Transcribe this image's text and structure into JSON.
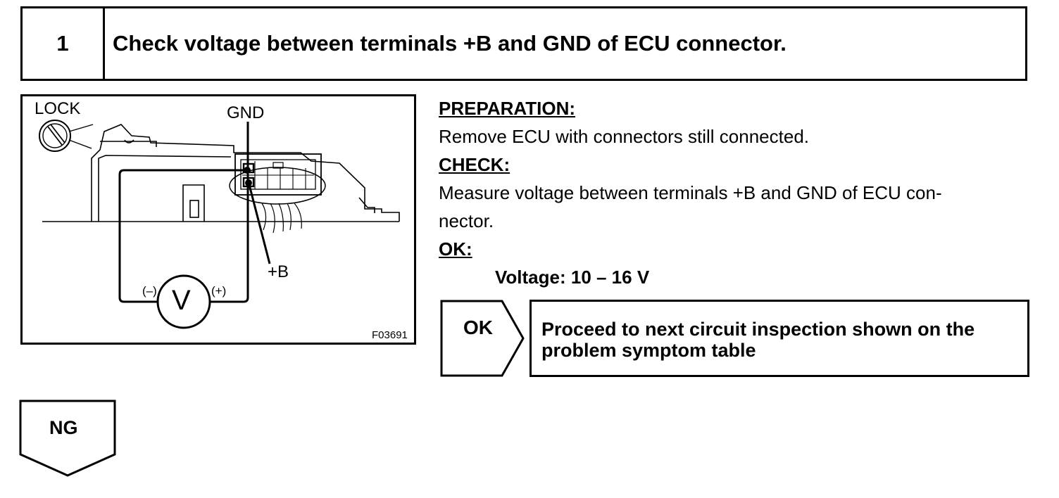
{
  "step": {
    "number": "1",
    "title": "Check voltage between terminals +B and GND of ECU connector."
  },
  "figure": {
    "label_lock": "LOCK",
    "label_gnd": "GND",
    "label_b": "+B",
    "label_neg": "(–)",
    "label_pos": "(+)",
    "meter_symbol": "V",
    "code": "F03691"
  },
  "instructions": {
    "preparation_heading": "PREPARATION:",
    "preparation_text": "Remove ECU with connectors still connected.",
    "check_heading": "CHECK:",
    "check_text_1": "Measure voltage between terminals +B and GND of ECU con-",
    "check_text_2": "nector.",
    "ok_heading": "OK:",
    "ok_spec": "Voltage: 10 – 16 V"
  },
  "results": {
    "ok_label": "OK",
    "ok_action_1": "Proceed to next circuit inspection shown on the",
    "ok_action_2": "problem symptom table",
    "ng_label": "NG"
  }
}
